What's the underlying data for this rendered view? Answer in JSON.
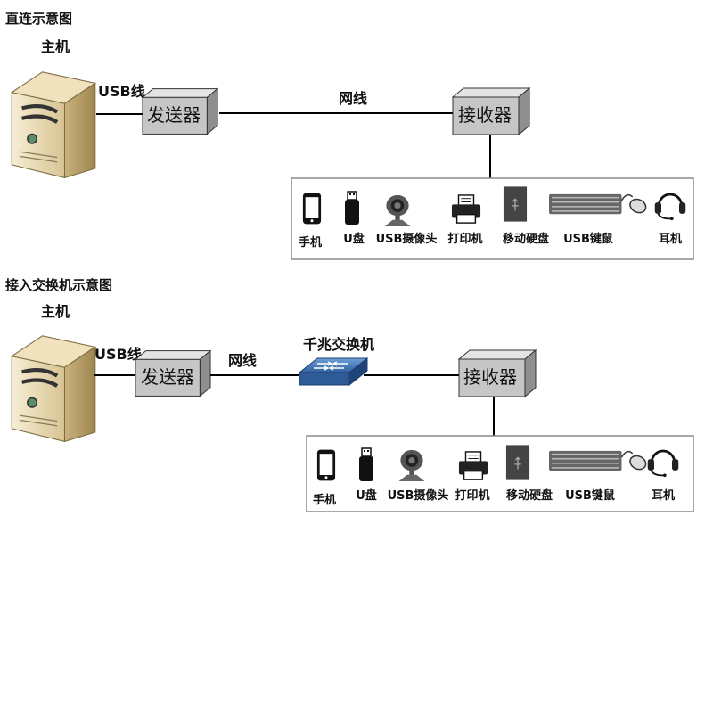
{
  "sections": [
    {
      "title": "直连示意图",
      "host_label": "主机",
      "usb_label": "USB线",
      "cable_label": "网线",
      "sender_label": "发送器",
      "receiver_label": "接收器",
      "devices": [
        {
          "label": "手机",
          "icon": "phone-icon"
        },
        {
          "label": "U盘",
          "icon": "usb-drive-icon"
        },
        {
          "label": "USB摄像头",
          "icon": "webcam-icon"
        },
        {
          "label": "打印机",
          "icon": "printer-icon"
        },
        {
          "label": "移动硬盘",
          "icon": "hard-drive-icon"
        },
        {
          "label": "USB键鼠",
          "icon": "keyboard-mouse-icon"
        },
        {
          "label": "耳机",
          "icon": "headset-icon"
        }
      ]
    },
    {
      "title": "接入交换机示意图",
      "host_label": "主机",
      "usb_label": "USB线",
      "cable_label": "网线",
      "switch_label": "千兆交换机",
      "sender_label": "发送器",
      "receiver_label": "接收器",
      "devices": [
        {
          "label": "手机",
          "icon": "phone-icon"
        },
        {
          "label": "U盘",
          "icon": "usb-drive-icon"
        },
        {
          "label": "USB摄像头",
          "icon": "webcam-icon"
        },
        {
          "label": "打印机",
          "icon": "printer-icon"
        },
        {
          "label": "移动硬盘",
          "icon": "hard-drive-icon"
        },
        {
          "label": "USB键鼠",
          "icon": "keyboard-mouse-icon"
        },
        {
          "label": "耳机",
          "icon": "headset-icon"
        }
      ]
    }
  ],
  "colors": {
    "box_fill": "#c9c9c9",
    "box_side": "#8e8e8e",
    "box_top": "#e6e6e6",
    "switch_blue": "#3a6fb0",
    "host_body": "#d9c79a",
    "host_front": "#efe4c4"
  }
}
